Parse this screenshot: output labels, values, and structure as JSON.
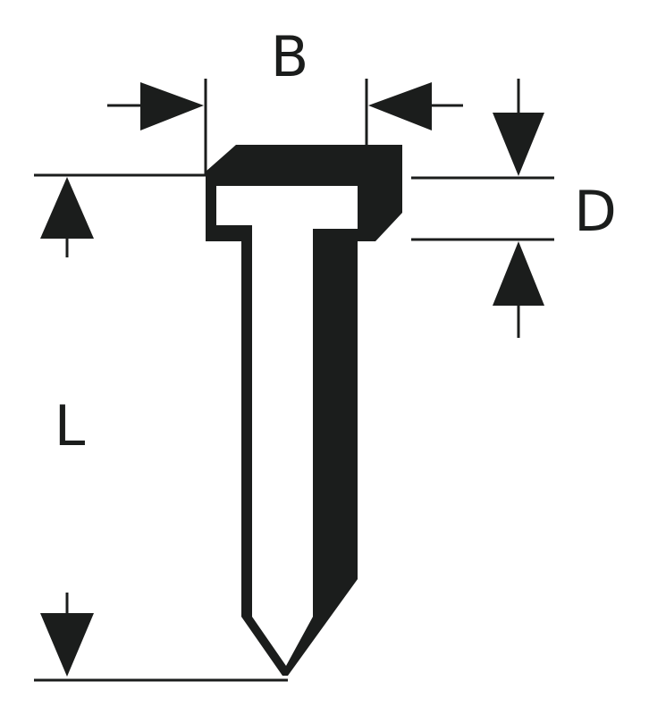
{
  "colors": {
    "ink": "#1b1d1c",
    "background": "#ffffff"
  },
  "labels": {
    "width": "B",
    "head_height": "D",
    "length": "L"
  }
}
